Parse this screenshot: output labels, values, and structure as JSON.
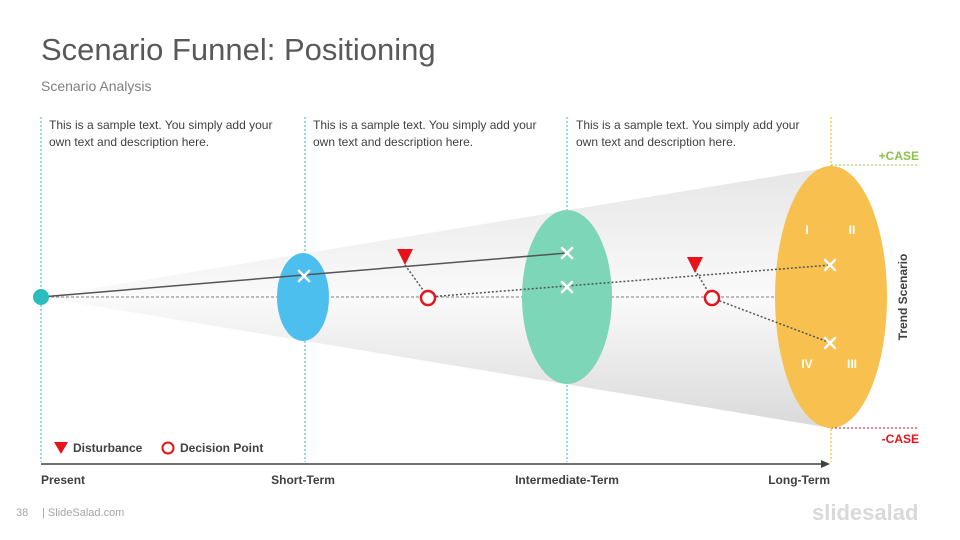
{
  "title": "Scenario Funnel: Positioning",
  "subtitle": "Scenario Analysis",
  "descriptions": [
    "This is a sample text. You simply add your own text and description here.",
    "This is a sample text. You simply add your own text and description here.",
    "This is a sample text. You simply add your own text and description here."
  ],
  "case_plus": "+CASE",
  "case_minus": "-CASE",
  "trend_label": "Trend Scenario",
  "quadrants": [
    "I",
    "II",
    "III",
    "IV"
  ],
  "legend": {
    "disturbance": "Disturbance",
    "decision": "Decision Point"
  },
  "timeline": [
    "Present",
    "Short-Term",
    "Intermediate-Term",
    "Long-Term"
  ],
  "footer": {
    "page": "38",
    "site": "| SlideSalad.com",
    "brand": "slidesalad"
  },
  "colors": {
    "blue": "#4dbfee",
    "green": "#7dd6b8",
    "orange": "#f7c04f",
    "red": "#e8121b",
    "teal": "#2bbcc0",
    "plus": "#8bc34a"
  }
}
